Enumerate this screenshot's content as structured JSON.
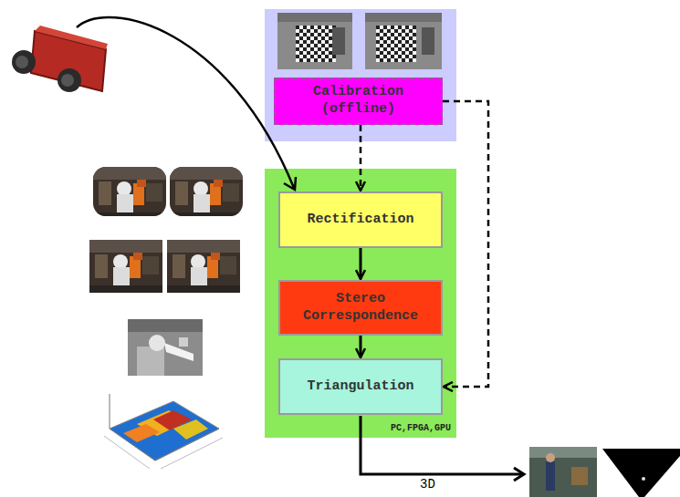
{
  "diagram": {
    "nodes": [
      {
        "text": [
          "Calibration (offline)"
        ]
      },
      {
        "text": [
          "PC,FPGA,GPU"
        ]
      },
      {
        "text": [
          "Rectification"
        ],
        "in": 1
      },
      {
        "text": [
          "Stereo Correspondence"
        ],
        "in": 1
      },
      {
        "text": [
          "Triangulation"
        ],
        "in": 1
      }
    ],
    "edges": [
      {
        "from": 0,
        "to": 2,
        "arrow": "to"
      },
      {
        "from": 0,
        "to": 4,
        "arrow": "to"
      },
      {
        "from": 2,
        "to": 3,
        "arrow": "to"
      },
      {
        "from": 3,
        "to": 4,
        "arrow": "to"
      }
    ],
    "labels": [
      "3D"
    ]
  }
}
